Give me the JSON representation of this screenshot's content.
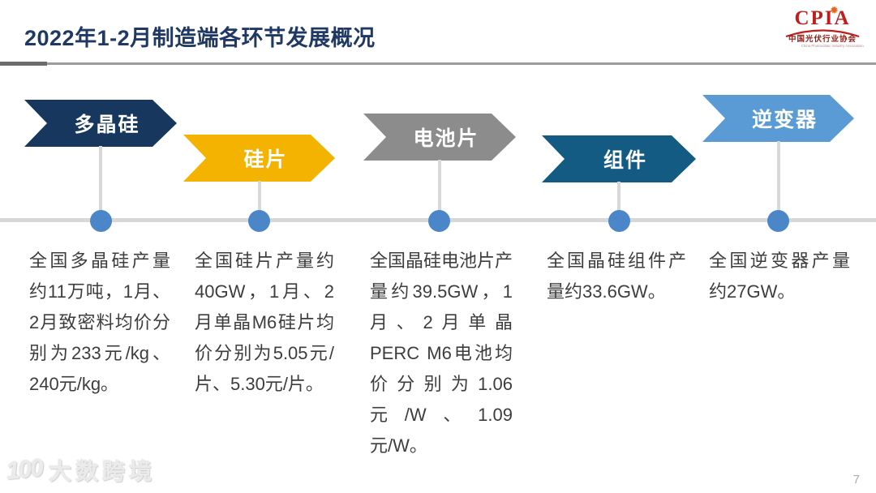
{
  "header": {
    "title": "2022年1-2月制造端各环节发展概况"
  },
  "logo": {
    "acronym": "CPIA",
    "sun_icon": "✹",
    "org_cn": "中国光伏行业协会",
    "org_en": "China Photovoltaic Industry Association"
  },
  "stages": [
    {
      "label": "多晶硅",
      "color": "#17375e",
      "description": "全国多晶硅产量约11万吨，1月、2月致密料均价分别为233元/kg、240元/kg。"
    },
    {
      "label": "硅片",
      "color": "#f5b301",
      "description": "全国硅片产量约40GW，1月、2月单晶M6硅片均价分别为5.05元/片、5.30元/片。"
    },
    {
      "label": "电池片",
      "color": "#8c8c8c",
      "description": "全国晶硅电池片产量约39.5GW，1月、2月单晶PERC M6电池均价分别为1.06元/W、1.09元/W。"
    },
    {
      "label": "组件",
      "color": "#135b82",
      "description": "全国晶硅组件产量约33.6GW。"
    },
    {
      "label": "逆变器",
      "color": "#5b9bd5",
      "description": "全国逆变器产量约27GW。"
    }
  ],
  "colors": {
    "title": "#1f3864",
    "dot": "#4a86c8",
    "axis": "#d8d8d8"
  },
  "footer": {
    "watermark_logo": "100",
    "watermark_text": "大数跨境",
    "page_number": "7"
  }
}
